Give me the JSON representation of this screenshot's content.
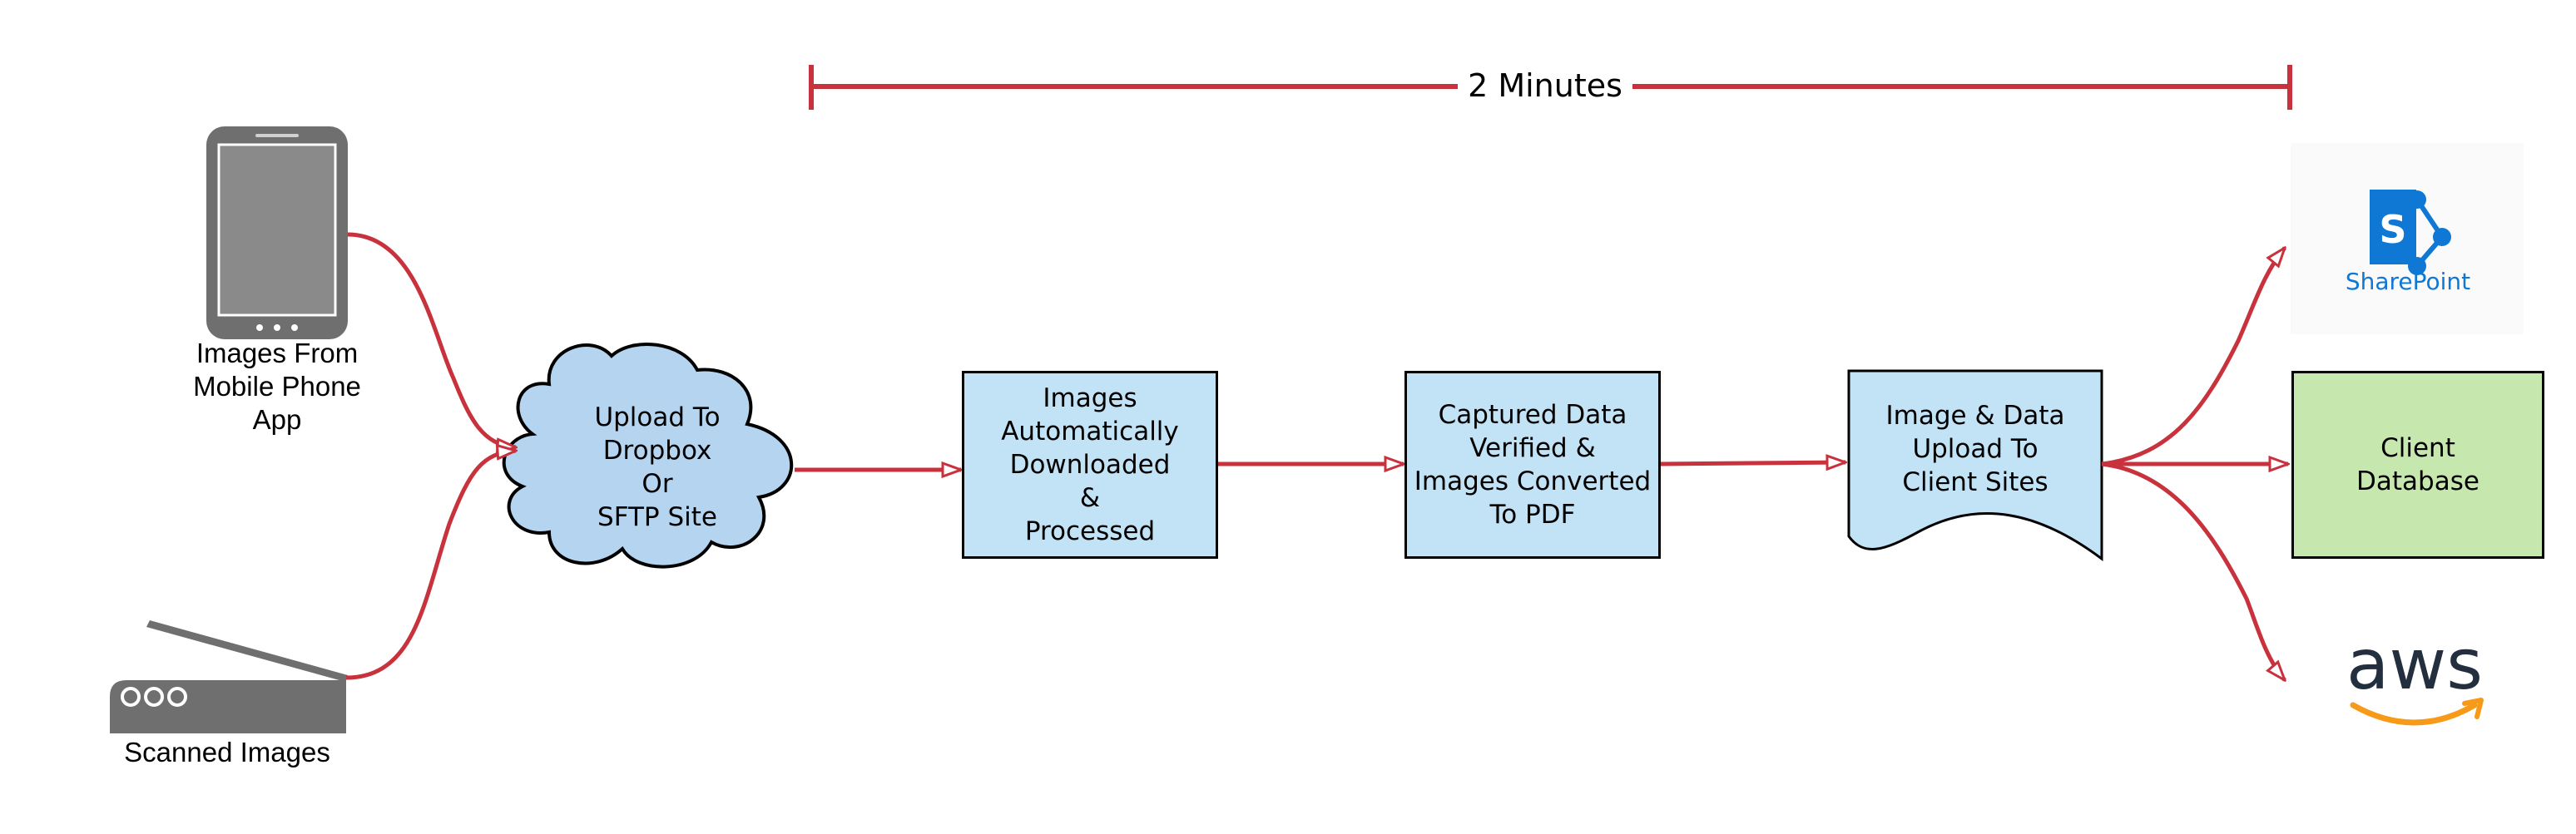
{
  "timeline": {
    "label": "2 Minutes"
  },
  "sources": {
    "phone_label": "Images From\nMobile Phone\nApp",
    "scanner_label": "Scanned Images"
  },
  "steps": {
    "upload": "Upload To\nDropbox\nOr\nSFTP Site",
    "download": "Images\nAutomatically\nDownloaded\n&\nProcessed",
    "verify": "Captured Data\nVerified &\nImages Converted\nTo PDF",
    "client_upload": "Image & Data\nUpload To\nClient Sites"
  },
  "destinations": {
    "sharepoint": "SharePoint",
    "sharepoint_letter": "S",
    "client_db": "Client\nDatabase",
    "aws": "aws"
  },
  "colors": {
    "arrow": "#c8323d",
    "process_fill": "#c2e2f6",
    "cloud_fill": "#b4d4ef",
    "db_fill": "#c6e7ad",
    "sharepoint_blue": "#0f78d4",
    "aws_text": "#232f3e",
    "aws_orange": "#f79a19",
    "device_gray": "#6f6f6f"
  }
}
